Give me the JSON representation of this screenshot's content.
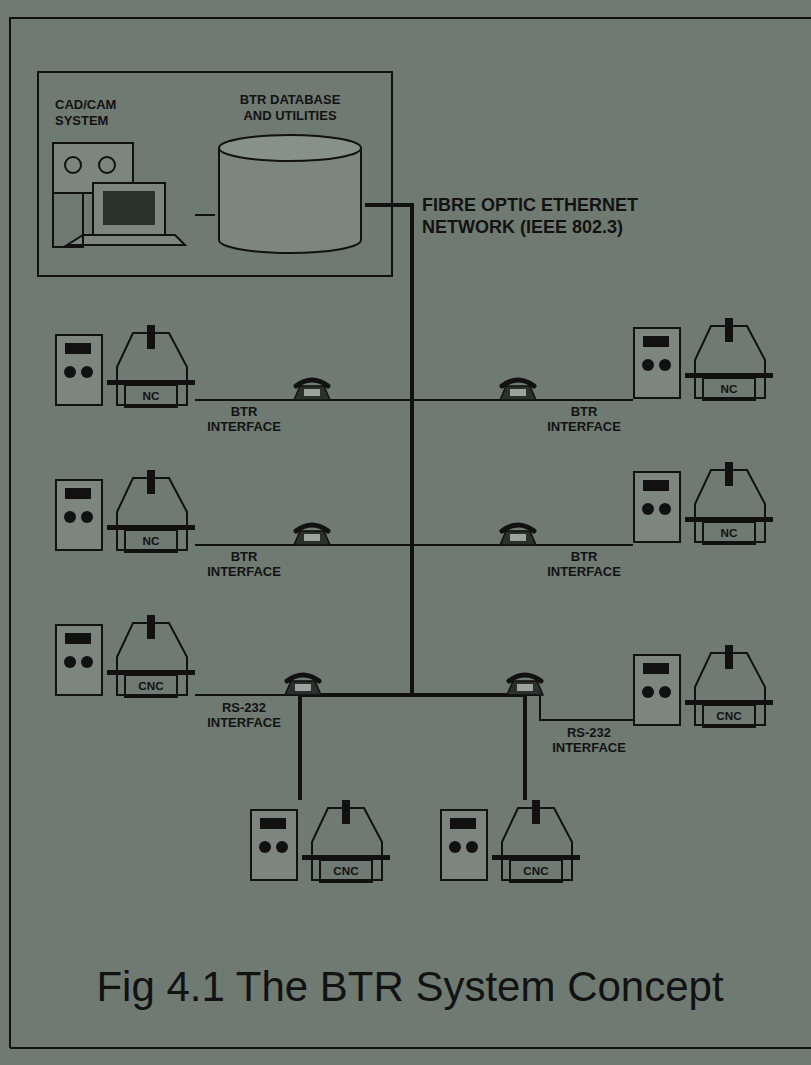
{
  "diagram": {
    "caption": "Fig 4.1 The BTR System Concept",
    "nodes": [
      {
        "text": [
          "CAD/CAM SYSTEM"
        ]
      },
      {
        "text": [
          "BTR DATABASE AND UTILITIES"
        ]
      },
      {
        "text": [
          "NC"
        ]
      },
      {
        "text": [
          "NC"
        ]
      },
      {
        "text": [
          "NC"
        ]
      },
      {
        "text": [
          "NC"
        ]
      },
      {
        "text": [
          "CNC"
        ]
      },
      {
        "text": [
          "CNC"
        ]
      },
      {
        "text": [
          "CNC"
        ]
      },
      {
        "text": [
          "CNC"
        ]
      }
    ],
    "edges": [
      {
        "from": 0,
        "to": 1,
        "arrow": "none"
      },
      {
        "from": 1,
        "to": 2,
        "arrow": "none",
        "label": "BTR INTERFACE"
      },
      {
        "from": 1,
        "to": 3,
        "arrow": "none",
        "label": "BTR INTERFACE"
      },
      {
        "from": 1,
        "to": 4,
        "arrow": "none",
        "label": "BTR INTERFACE"
      },
      {
        "from": 1,
        "to": 5,
        "arrow": "none",
        "label": "BTR INTERFACE"
      },
      {
        "from": 1,
        "to": 6,
        "arrow": "none",
        "label": "RS-232 INTERFACE"
      },
      {
        "from": 1,
        "to": 7,
        "arrow": "none",
        "label": "RS-232 INTERFACE"
      },
      {
        "from": 1,
        "to": 8,
        "arrow": "none"
      },
      {
        "from": 1,
        "to": 9,
        "arrow": "none"
      }
    ],
    "labels": [
      "FIBRE OPTIC ETHERNET NETWORK (IEEE 802.3)"
    ]
  }
}
